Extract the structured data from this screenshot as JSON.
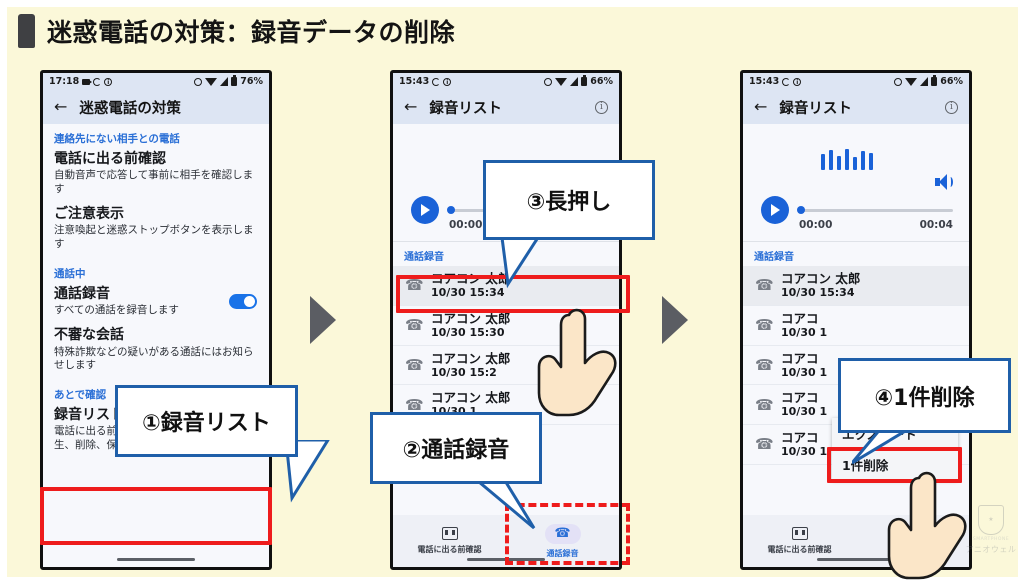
{
  "title": "迷惑電話の対策：録音データの削除",
  "phones": [
    {
      "id": "phone1",
      "status": {
        "time": "17:18",
        "battery": "76%"
      },
      "appbar": {
        "title": "迷惑電話の対策",
        "back_icon": "back-arrow-icon"
      },
      "sections": [
        {
          "label": "連絡先にない相手との電話",
          "items": [
            {
              "title": "電話に出る前確認",
              "sub": "自動音声で応答して事前に相手を確認します",
              "toggle": false
            },
            {
              "title": "ご注意表示",
              "sub": "注意喚起と迷惑ストップボタンを表示します",
              "toggle": false
            }
          ]
        },
        {
          "label": "通話中",
          "items": [
            {
              "title": "通話録音",
              "sub": "すべての通話を録音します",
              "toggle": true
            },
            {
              "title": "不審な会話",
              "sub": "特殊詐欺などの疑いがある通話にはお知らせします",
              "toggle": false
            }
          ]
        },
        {
          "label": "あとで確認",
          "items": [
            {
              "title": "録音リスト",
              "sub": "電話に出る前確認での録音と通話録音の再生、削除、保護/解除",
              "toggle": false
            }
          ]
        }
      ]
    },
    {
      "id": "phone2",
      "status": {
        "time": "15:43",
        "battery": "66%"
      },
      "appbar": {
        "title": "録音リスト",
        "back_icon": "back-arrow-icon",
        "info_icon": "info-icon"
      },
      "player": {
        "current_time": "00:00",
        "total_time": "",
        "has_waveform": false,
        "has_speaker": false
      },
      "rec_head": "通話録音",
      "recordings": [
        {
          "name": "コアコン 太郎",
          "date": "10/30 15:34",
          "selected": true
        },
        {
          "name": "コアコン 太郎",
          "date": "10/30 15:30",
          "selected": false
        },
        {
          "name": "コアコン 太郎",
          "date": "10/30 15:2",
          "selected": false
        },
        {
          "name": "コアコン 太郎",
          "date": "10/30 1",
          "selected": false
        }
      ],
      "bottomnav": [
        {
          "label": "電話に出る前確認",
          "icon": "voicemail-icon",
          "active": false
        },
        {
          "label": "通話録音",
          "icon": "phone-record-icon",
          "active": true
        }
      ]
    },
    {
      "id": "phone3",
      "status": {
        "time": "15:43",
        "battery": "66%"
      },
      "appbar": {
        "title": "録音リスト",
        "back_icon": "back-arrow-icon",
        "info_icon": "info-icon"
      },
      "player": {
        "current_time": "00:00",
        "total_time": "00:04",
        "has_waveform": true,
        "has_speaker": true
      },
      "rec_head": "通話録音",
      "recordings": [
        {
          "name": "コアコン 太郎",
          "date": "10/30 15:34",
          "selected": true
        },
        {
          "name": "コアコ",
          "date": "10/30 1",
          "selected": false
        },
        {
          "name": "コアコ",
          "date": "10/30 1",
          "selected": false
        },
        {
          "name": "コアコ",
          "date": "10/30 1",
          "selected": false
        },
        {
          "name": "コアコ",
          "date": "10/30 1",
          "selected": false
        }
      ],
      "context_menu": [
        {
          "label": "エクスポート",
          "highlighted": false
        },
        {
          "label": "1件削除",
          "highlighted": true
        }
      ],
      "bottomnav": [
        {
          "label": "電話に出る前確認",
          "icon": "voicemail-icon",
          "active": false
        },
        {
          "label": "通話録音",
          "icon": "phone-record-icon",
          "active": true
        }
      ]
    }
  ],
  "callouts": [
    {
      "id": "co1",
      "text": "①録音リスト"
    },
    {
      "id": "co2",
      "text": "②通話録音"
    },
    {
      "id": "co3",
      "text": "③長押し"
    },
    {
      "id": "co4",
      "text": "④1件削除"
    }
  ],
  "watermark": {
    "text": "アニオウェル",
    "sub": "SMARTPHONE"
  },
  "colors": {
    "page_background": "#fbf8d9",
    "accent_blue": "#2a6fd6",
    "highlight_red": "#ee1c1c",
    "callout_border": "#1f5fa9",
    "appbar": "#dde5f3",
    "arrow_gray": "#5b5d63"
  }
}
